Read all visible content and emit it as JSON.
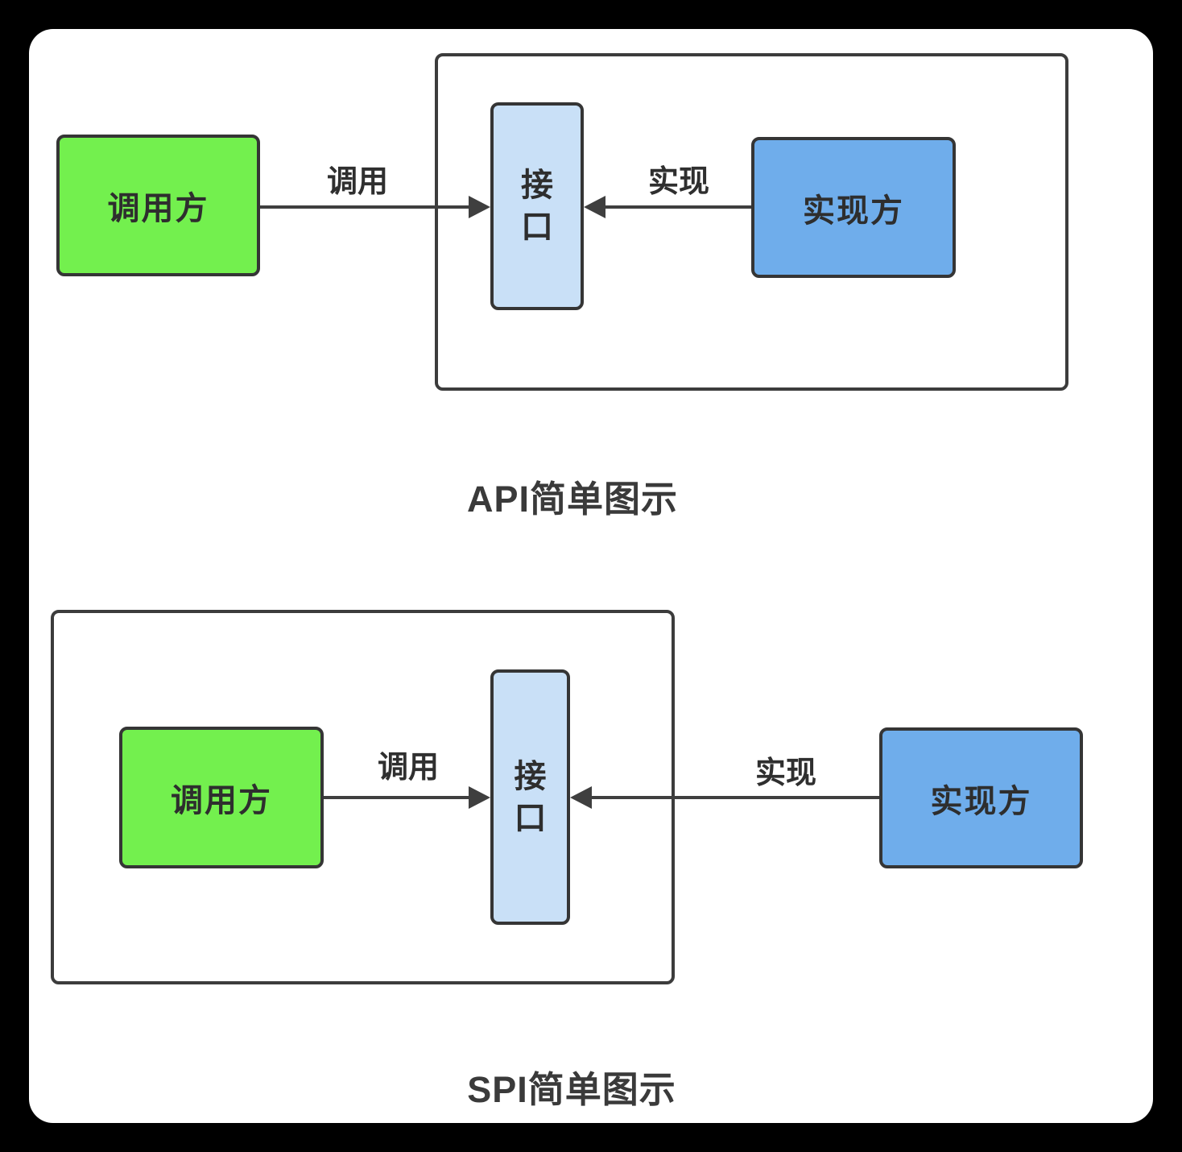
{
  "colors": {
    "frame_background": "#000000",
    "canvas_background": "#ffffff",
    "caller_fill": "#73f04e",
    "implementer_fill": "#6fadeb",
    "interface_fill": "#c9e0f7",
    "stroke": "#3c3c3c",
    "text": "#2e2e2e"
  },
  "diagrams": [
    {
      "id": "api",
      "caption": "API简单图示",
      "nodes": {
        "caller": "调用方",
        "interface": "接口",
        "implementer": "实现方"
      },
      "edges": {
        "call": "调用",
        "implement": "实现"
      }
    },
    {
      "id": "spi",
      "caption": "SPI简单图示",
      "nodes": {
        "caller": "调用方",
        "interface": "接口",
        "implementer": "实现方"
      },
      "edges": {
        "call": "调用",
        "implement": "实现"
      }
    }
  ]
}
